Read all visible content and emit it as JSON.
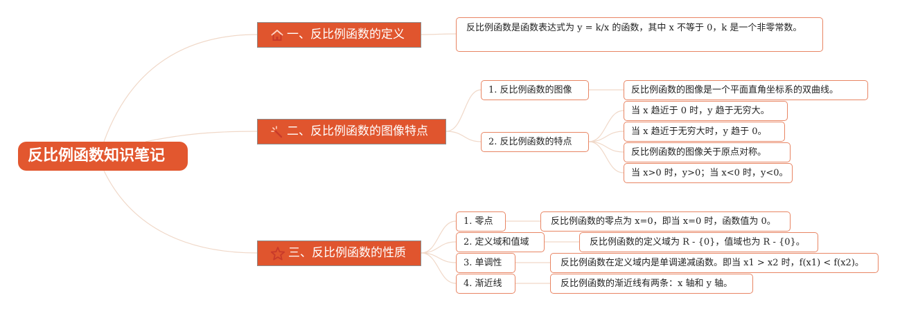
{
  "colors": {
    "accent": "#e2572f",
    "branch": "#e0552e",
    "border": "#e88462",
    "link": "#f0d8c8"
  },
  "root": {
    "title": "反比例函数知识笔记"
  },
  "branches": [
    {
      "icon": "home-icon",
      "label": "一、反比例函数的定义",
      "children": [
        {
          "text": "反比例函数是函数表达式为 y = k/x 的函数，其中 x 不等于 0，k 是一个非零常数。"
        }
      ]
    },
    {
      "icon": "magic-wand-icon",
      "label": "二、反比例函数的图像特点",
      "children": [
        {
          "label": "1. 反比例函数的图像",
          "details": [
            "反比例函数的图像是一个平面直角坐标系的双曲线。"
          ]
        },
        {
          "label": "2. 反比例函数的特点",
          "details": [
            "当 x 趋近于 0 时，y 趋于无穷大。",
            "当 x 趋近于无穷大时，y 趋于 0。",
            "反比例函数的图像关于原点对称。",
            "当 x>0 时，y>0；当 x<0 时，y<0。"
          ]
        }
      ]
    },
    {
      "icon": "star-icon",
      "label": "三、反比例函数的性质",
      "children": [
        {
          "label": "1. 零点",
          "details": [
            "反比例函数的零点为 x=0，即当 x=0 时，函数值为 0。"
          ]
        },
        {
          "label": "2. 定义域和值域",
          "details": [
            "反比例函数的定义域为 R - {0}，值域也为 R - {0}。"
          ]
        },
        {
          "label": "3. 单调性",
          "details": [
            "反比例函数在定义域内是单调递减函数。即当 x1 > x2 时，f(x1) < f(x2)。"
          ]
        },
        {
          "label": "4. 渐近线",
          "details": [
            "反比例函数的渐近线有两条：x 轴和 y 轴。"
          ]
        }
      ]
    }
  ]
}
